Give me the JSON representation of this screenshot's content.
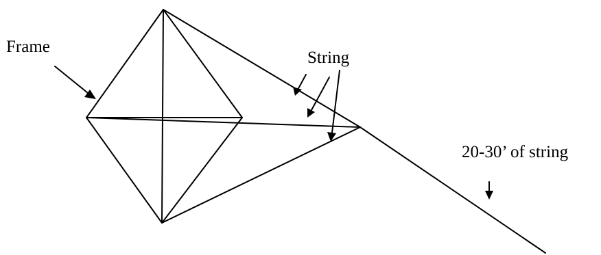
{
  "labels": {
    "frame": "Frame",
    "string": "String",
    "tail_string": "20-30’ of string"
  },
  "colors": {
    "line": "#000000",
    "background": "#ffffff"
  }
}
